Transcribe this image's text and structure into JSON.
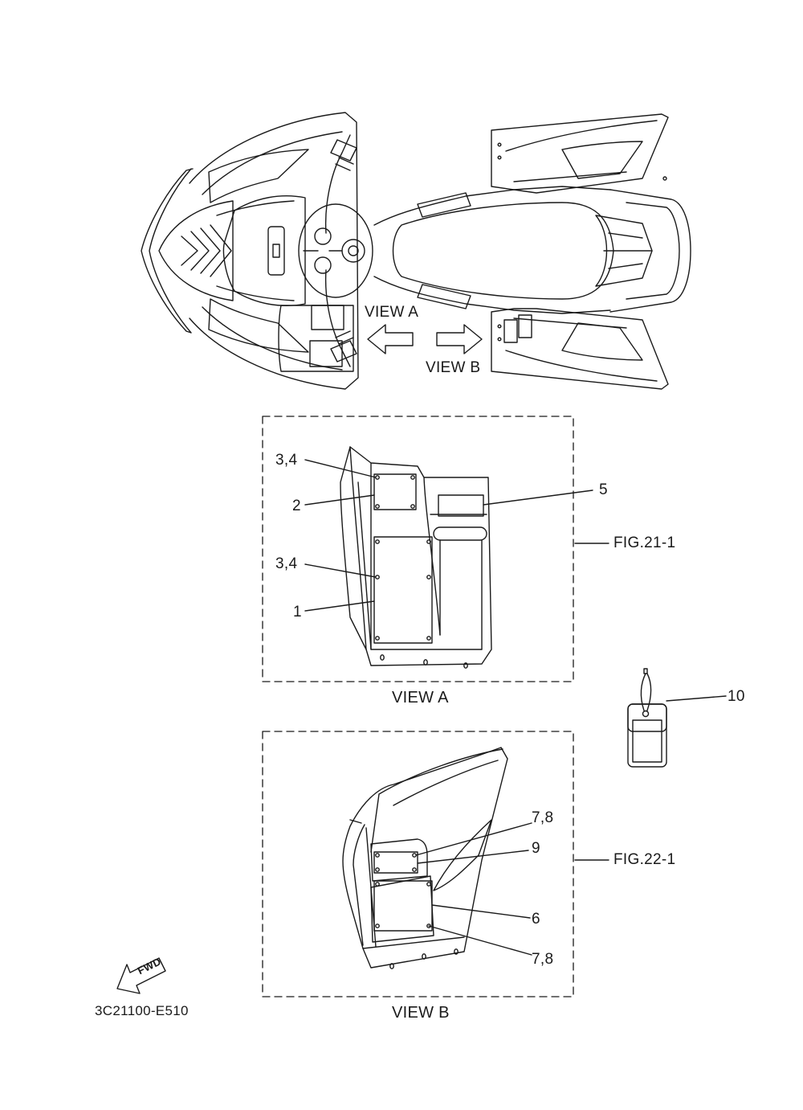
{
  "views": {
    "view_a_arrow": "VIEW A",
    "view_b_arrow": "VIEW B",
    "view_a_caption": "VIEW A",
    "view_b_caption": "VIEW B"
  },
  "figures": {
    "fig_a": "FIG.21-1",
    "fig_b": "FIG.22-1"
  },
  "callouts": {
    "c34_top": "3,4",
    "c2": "2",
    "c34_mid": "3,4",
    "c1": "1",
    "c5": "5",
    "c10": "10",
    "c78_top": "7,8",
    "c9": "9",
    "c6": "6",
    "c78_bottom": "7,8"
  },
  "fwd_label": "FWD",
  "part_code": "3C21100-E510"
}
